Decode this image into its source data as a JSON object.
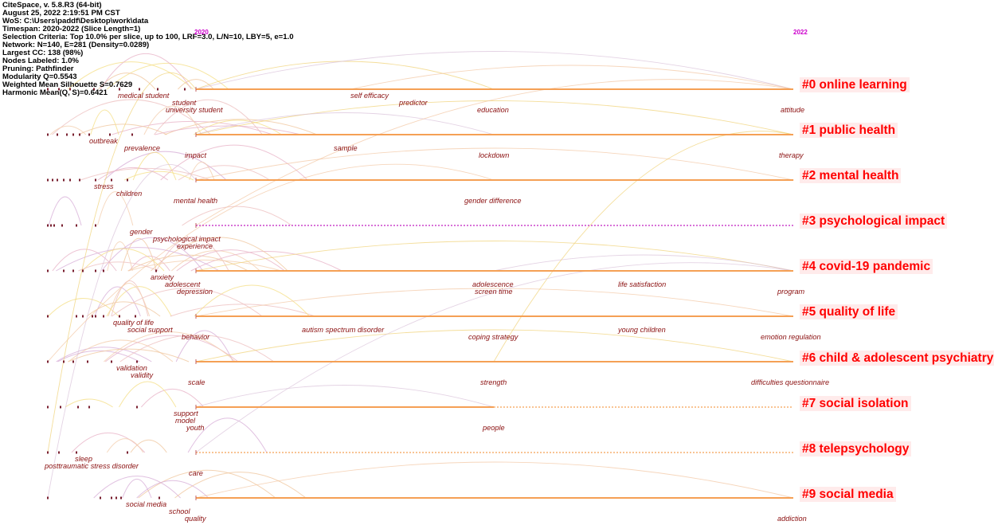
{
  "meta": {
    "lines": [
      "CiteSpace, v. 5.8.R3 (64-bit)",
      "August 25, 2022 2:19:51 PM CST",
      "WoS: C:\\Users\\paddf\\Desktop\\work\\data",
      "Timespan: 2020-2022 (Slice Length=1)",
      "Selection Criteria: Top 10.0% per slice, up to 100, LRF=3.0, L/N=10, LBY=5, e=1.0",
      "Network: N=140, E=281 (Density=0.0289)",
      "Largest CC: 138 (98%)",
      "Nodes Labeled: 1.0%",
      "Pruning: Pathfinder",
      "Modularity Q=0.5543",
      "Weighted Mean Silhouette S=0.7629",
      "Harmonic Mean(Q, S)=0.6421"
    ]
  },
  "years": [
    "2020",
    "2022"
  ],
  "colors": {
    "cluster_label": "#ff0000",
    "keyword": "#8b1010",
    "timeline": "#f5a055",
    "timeline_dotted_purple": "#cc44cc",
    "year_label": "#cc00cc"
  },
  "clusters": [
    {
      "label": "#0 online learning",
      "keywords": [
        "medical student",
        "student",
        "university student",
        "self efficacy",
        "predictor",
        "education",
        "attitude"
      ]
    },
    {
      "label": "#1 public health",
      "keywords": [
        "outbreak",
        "prevalence",
        "impact",
        "sample",
        "lockdown",
        "therapy"
      ]
    },
    {
      "label": "#2 mental health",
      "keywords": [
        "stress",
        "children",
        "mental health",
        "gender difference"
      ]
    },
    {
      "label": "#3 psychological impact",
      "keywords": [
        "gender",
        "psychological impact",
        "experience"
      ]
    },
    {
      "label": "#4 covid-19 pandemic",
      "keywords": [
        "anxiety",
        "adolescent",
        "depression",
        "adolescence",
        "screen time",
        "life satisfaction",
        "program"
      ]
    },
    {
      "label": "#5 quality of life",
      "keywords": [
        "quality of life",
        "social support",
        "behavior",
        "autism spectrum disorder",
        "coping strategy",
        "young children",
        "emotion regulation"
      ]
    },
    {
      "label": "#6 child & adolescent psychiatry",
      "keywords": [
        "validation",
        "validity",
        "scale",
        "strength",
        "difficulties questionnaire"
      ]
    },
    {
      "label": "#7 social isolation",
      "keywords": [
        "support",
        "model",
        "youth",
        "people"
      ]
    },
    {
      "label": "#8 telepsychology",
      "keywords": [
        "sleep",
        "posttraumatic stress disorder",
        "care"
      ]
    },
    {
      "label": "#9 social media",
      "keywords": [
        "social media",
        "school",
        "quality",
        "addiction"
      ]
    }
  ]
}
